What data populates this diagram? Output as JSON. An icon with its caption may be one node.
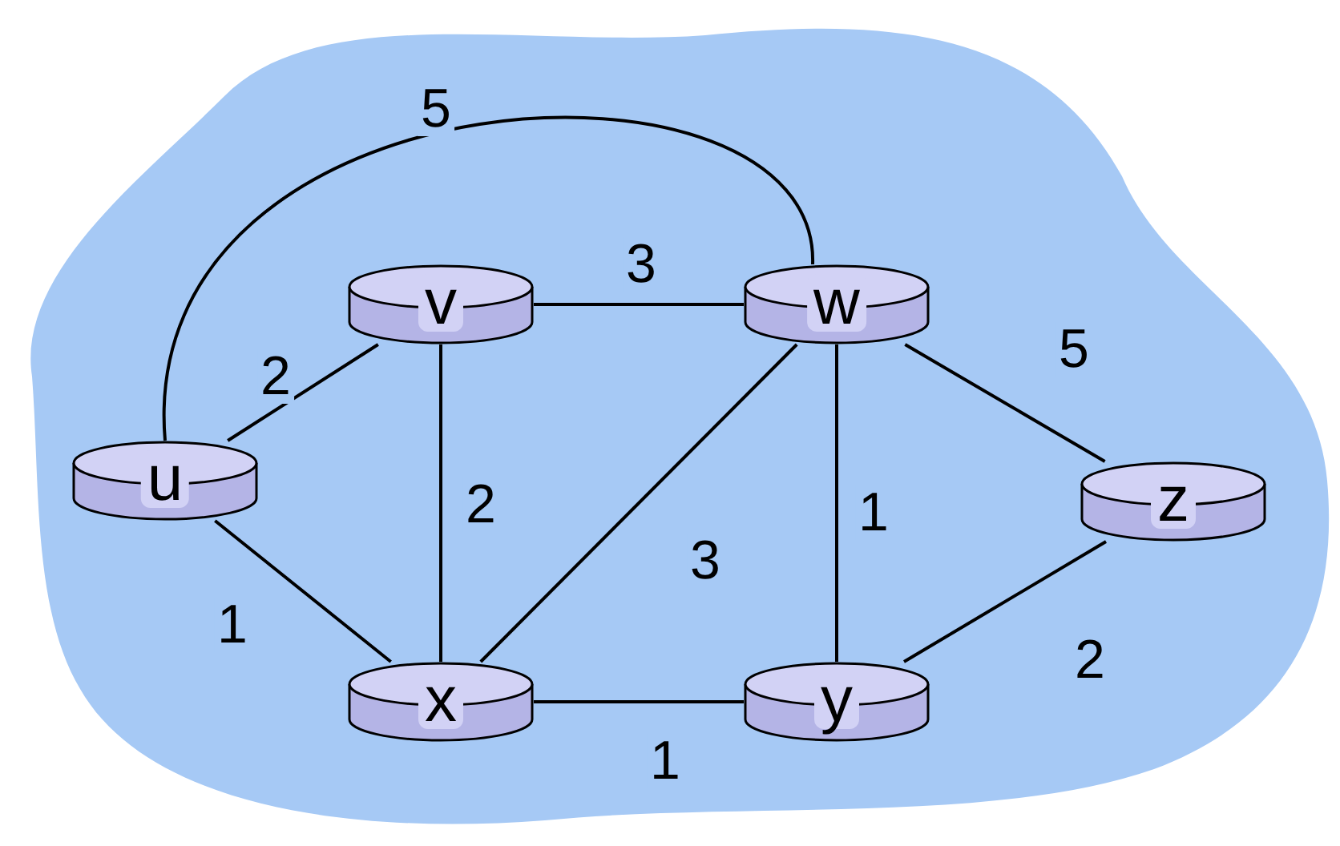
{
  "diagram": {
    "nodes": [
      {
        "text": [],
        "shape": "cloud"
      },
      {
        "text": [
          "u"
        ],
        "in": 0
      },
      {
        "text": [
          "v"
        ],
        "in": 0
      },
      {
        "text": [
          "w"
        ],
        "in": 0
      },
      {
        "text": [
          "z"
        ],
        "in": 0
      },
      {
        "text": [
          "x"
        ],
        "in": 0
      },
      {
        "text": [
          "y"
        ],
        "in": 0
      }
    ],
    "edges": [
      {
        "from": 1,
        "to": 3,
        "label": "5",
        "arrow": "none"
      },
      {
        "from": 1,
        "to": 2,
        "label": "2",
        "arrow": "none"
      },
      {
        "from": 2,
        "to": 3,
        "label": "3",
        "arrow": "none"
      },
      {
        "from": 3,
        "to": 4,
        "label": "5",
        "arrow": "none"
      },
      {
        "from": 1,
        "to": 5,
        "label": "1",
        "arrow": "none"
      },
      {
        "from": 2,
        "to": 5,
        "label": "2",
        "arrow": "none"
      },
      {
        "from": 3,
        "to": 5,
        "label": "3",
        "arrow": "none"
      },
      {
        "from": 3,
        "to": 6,
        "label": "1",
        "arrow": "none"
      },
      {
        "from": 4,
        "to": 6,
        "label": "2",
        "arrow": "none"
      },
      {
        "from": 5,
        "to": 6,
        "label": "1",
        "arrow": "none"
      }
    ]
  }
}
